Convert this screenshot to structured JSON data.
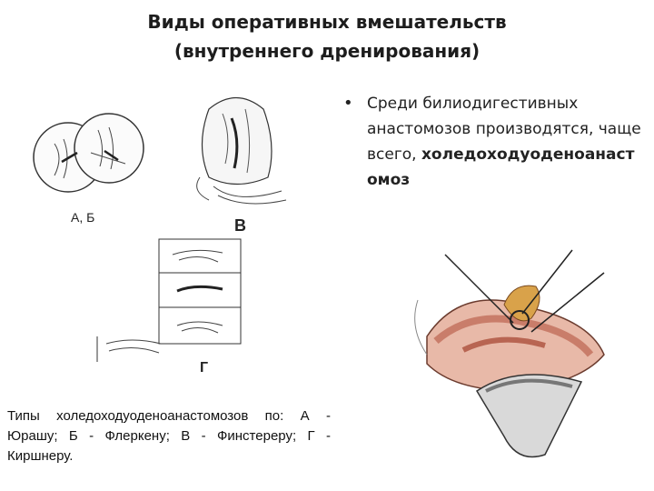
{
  "title": {
    "line1": "Виды оперативных  вмешательств",
    "line2": "(внутреннего дренирования)"
  },
  "bullet": {
    "text_before": "Среди билиодигестивных анастомозов производятся, чаще всего,",
    "bold_text": "холедоходуоденоанастомоз"
  },
  "figure_labels": {
    "ab": "А, Б",
    "v": "В",
    "g": "Г"
  },
  "caption": "Типы холедоходуоденоанастомозов по: А - Юрашу; Б - Флеркену; В - Финстереру; Г - Киршнеру."
}
